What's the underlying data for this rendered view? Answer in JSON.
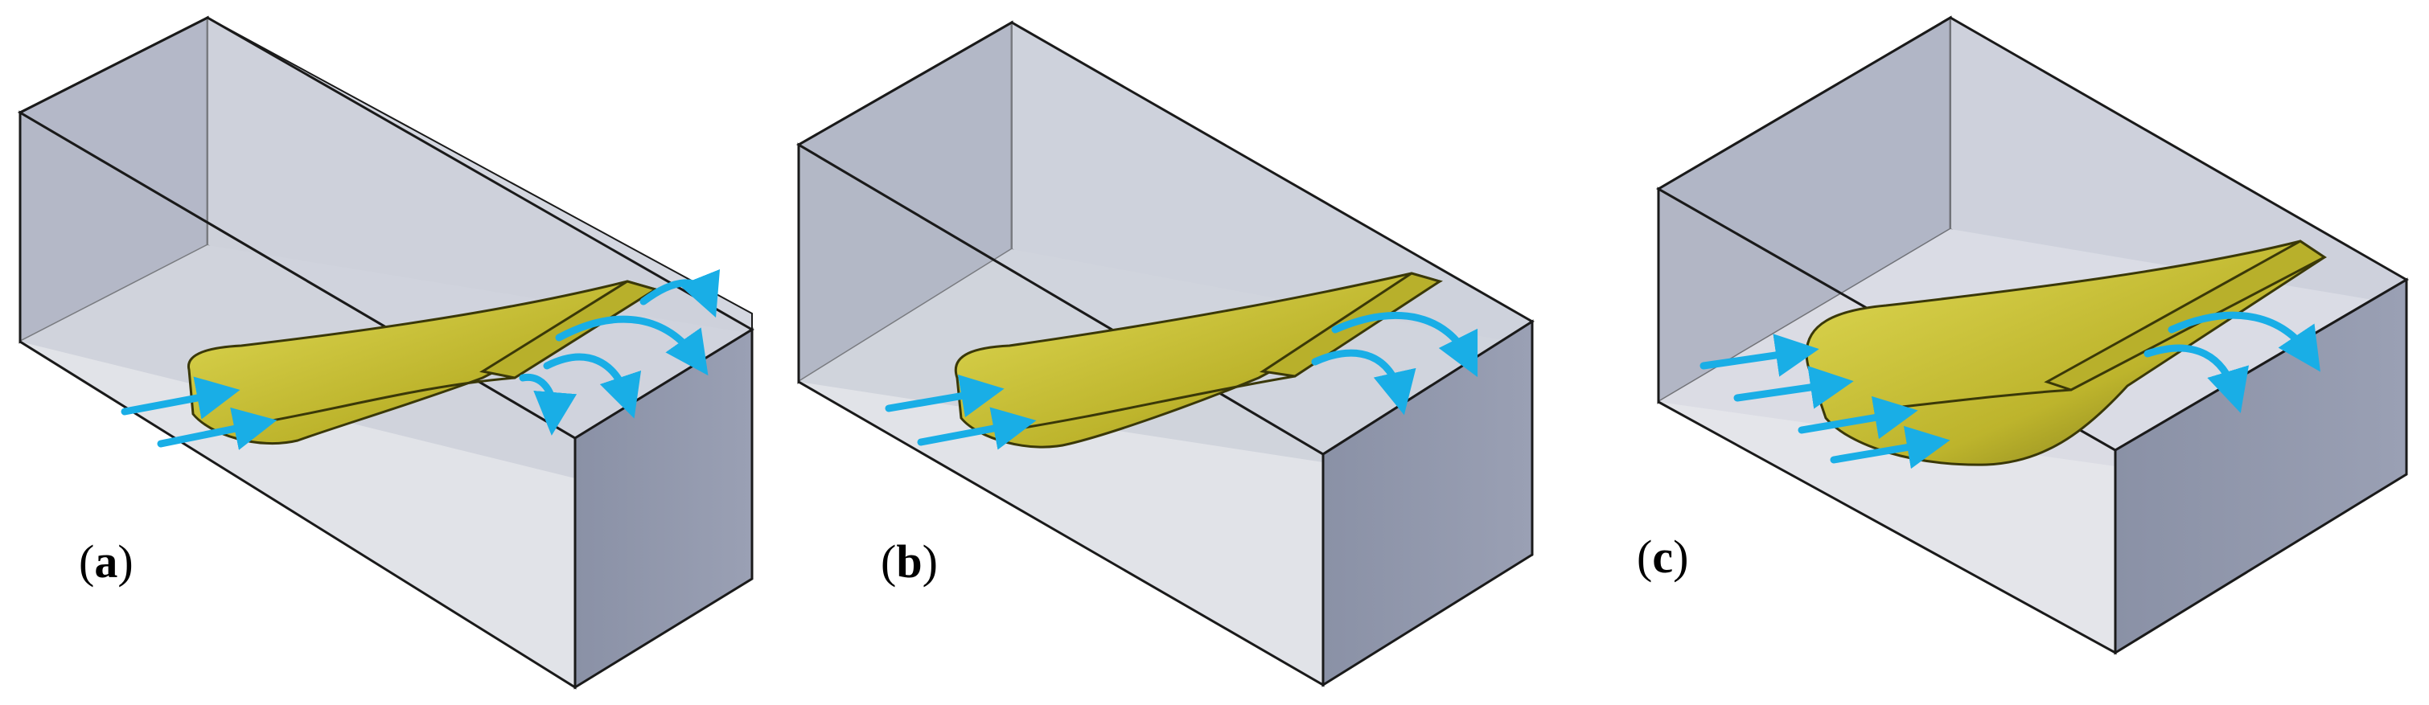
{
  "panels": [
    {
      "id": "a",
      "label": "a"
    },
    {
      "id": "b",
      "label": "b"
    },
    {
      "id": "c",
      "label": "c"
    }
  ],
  "colors": {
    "box_face": "#cfd3dd",
    "box_side": "#8c93a8",
    "box_top_far": "#a3a9bd",
    "box_edge": "#1a1a1a",
    "blade": "#c8c23a",
    "blade_dark": "#6d6a16",
    "flow_arrow": "#19aee6"
  }
}
